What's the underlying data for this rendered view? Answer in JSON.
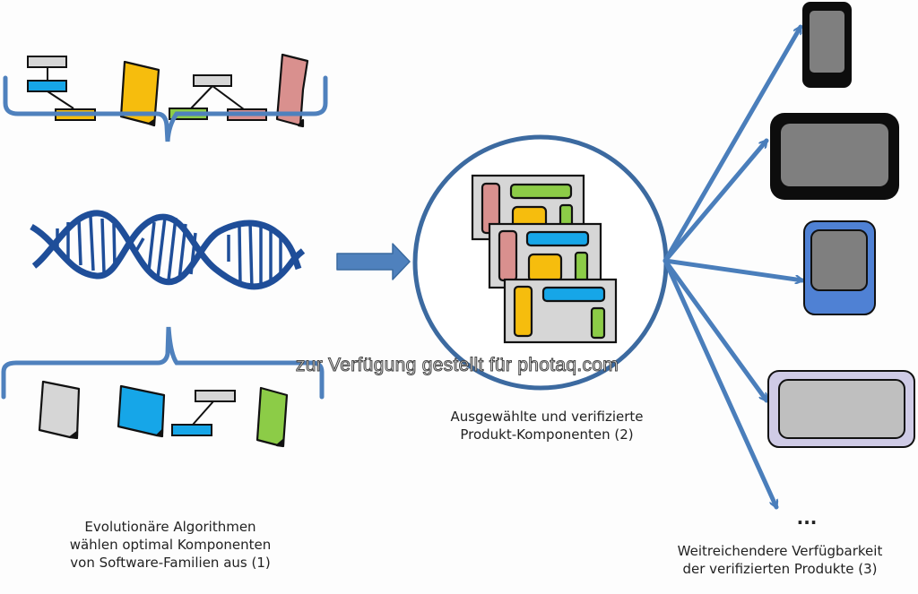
{
  "diagram": {
    "type": "process-flow",
    "colors": {
      "brace_blue": "#4f81bd",
      "dna_blue": "#1f4e99",
      "arrow_blue": "#4a7ebb",
      "circle_blue": "#3c6aa0",
      "component_gray": "#d6d6d6",
      "component_blue": "#16a6e8",
      "component_yellow": "#f6bd0d",
      "component_green": "#8ccc47",
      "component_pink": "#d9908e",
      "device_black": "#0d0d0d",
      "device_screen_gray": "#7f7f7f",
      "device_blue": "#4f81d4",
      "device_lavender": "#cfcbe6",
      "device_light_screen": "#bfbfbf"
    },
    "steps": [
      {
        "id": 1,
        "caption_lines": [
          "Evolutionäre Algorithmen",
          "wählen optimal Komponenten",
          "von Software-Familien aus (1)"
        ],
        "icon": "dna-icon"
      },
      {
        "id": 2,
        "caption_lines": [
          "Ausgewählte und verifizierte",
          "Produkt-Komponenten (2)"
        ],
        "icon": "product-components-icon"
      },
      {
        "id": 3,
        "caption_lines": [
          "Weitreichendere Verfügbarkeit",
          "der verifizierten Produkte (3)"
        ],
        "icon": "devices-icon"
      }
    ],
    "devices": [
      "smartphone-black",
      "tablet-black",
      "smartphone-blue",
      "tablet-lavender"
    ],
    "ellipsis": "...",
    "watermark": "zur Verfügung gestellt für photaq.com"
  }
}
